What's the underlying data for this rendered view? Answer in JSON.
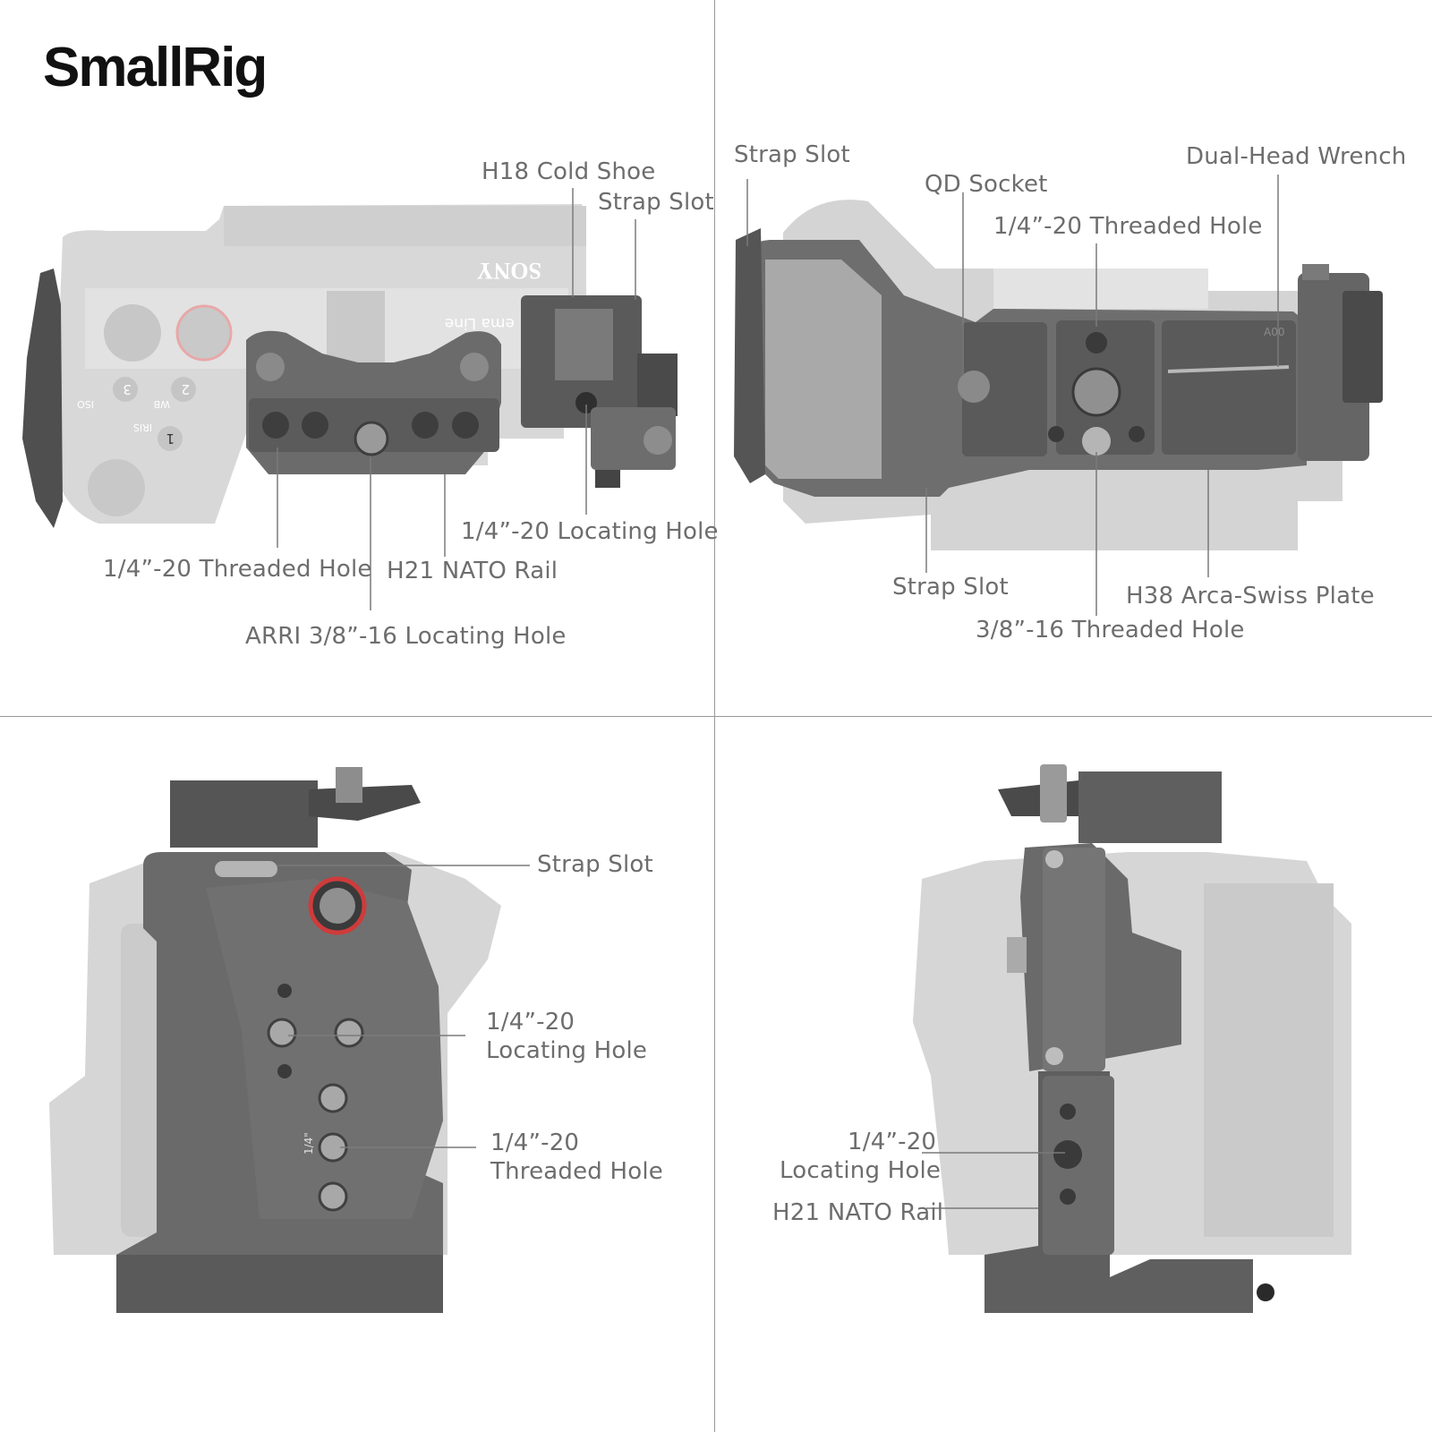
{
  "brand": {
    "logo_text": "SmallRig",
    "accent": "#e11d2e"
  },
  "camera_markings": {
    "sony": "SONY",
    "cinema_line": "ema Line",
    "btn_iso": "ISO",
    "btn_wb": "WB",
    "btn_iris": "IRIS",
    "num_1": "1",
    "num_2": "2",
    "num_3": "3",
    "plate_mark": "A00",
    "quarter": "1/4\""
  },
  "panels": {
    "top_left": {
      "labels": {
        "h18_cold_shoe": "H18 Cold Shoe",
        "strap_slot": "Strap Slot",
        "locating_hole": "1/4”-20 Locating Hole",
        "threaded_hole": "1/4”-20 Threaded Hole",
        "nato_rail": "H21 NATO Rail",
        "arri_hole": "ARRI 3/8”-16 Locating Hole"
      }
    },
    "top_right": {
      "labels": {
        "strap_slot_top": "Strap Slot",
        "qd_socket": "QD Socket",
        "dual_head_wrench": "Dual-Head Wrench",
        "threaded_hole": "1/4”-20 Threaded Hole",
        "strap_slot_bottom": "Strap Slot",
        "arca_plate": "H38 Arca-Swiss Plate",
        "threaded_hole_38": "3/8”-16 Threaded Hole"
      }
    },
    "bottom_left": {
      "labels": {
        "strap_slot": "Strap Slot",
        "locating_hole_l1": "1/4”-20",
        "locating_hole_l2": "Locating Hole",
        "threaded_hole_l1": "1/4”-20",
        "threaded_hole_l2": "Threaded Hole"
      }
    },
    "bottom_right": {
      "labels": {
        "locating_hole_l1": "1/4”-20",
        "locating_hole_l2": "Locating Hole",
        "nato_rail": "H21 NATO Rail"
      }
    }
  }
}
